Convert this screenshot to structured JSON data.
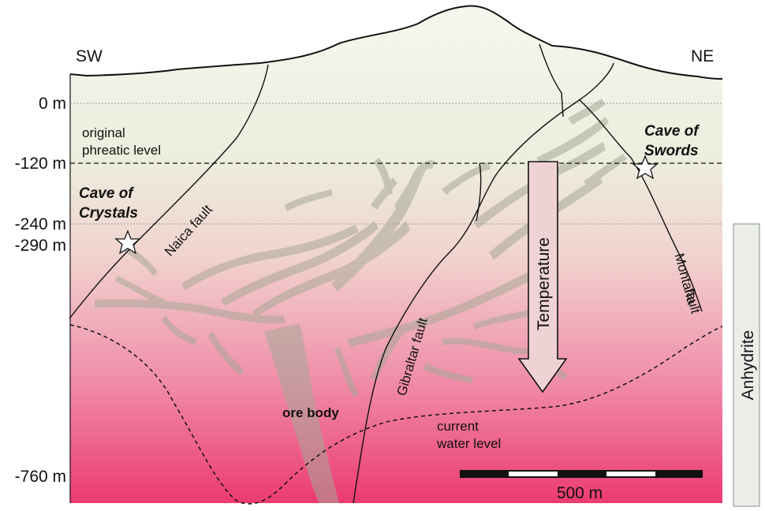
{
  "diagram": {
    "direction_left": "SW",
    "direction_right": "NE",
    "depth_labels": [
      "0 m",
      "-120 m",
      "-240 m",
      "-290 m",
      "-760 m"
    ],
    "levels": {
      "original_phreatic_line1": "original",
      "original_phreatic_line2": "phreatic level",
      "current_water_line1": "current",
      "current_water_line2": "water level"
    },
    "faults": {
      "naica": "Naica fault",
      "gibraltar": "Gibraltar fault",
      "montana_line1": "Montaña",
      "montana_line2": "fault"
    },
    "caves": {
      "crystals_line1": "Cave of",
      "crystals_line2": "Crystals",
      "swords_line1": "Cave of",
      "swords_line2": "Swords"
    },
    "ore_body": "ore body",
    "temperature": "Temperature",
    "anhydrite": "Anhydrite",
    "scale_bar": "500 m",
    "colors": {
      "gradient_top": "#f4f4ea",
      "gradient_mid": "#f0c8c6",
      "gradient_bottom": "#ec3a72",
      "ore_body_fill": "#a7a897",
      "anhydrite_fill": "#eaede8",
      "arrow_fill": "#efd2d4"
    }
  }
}
